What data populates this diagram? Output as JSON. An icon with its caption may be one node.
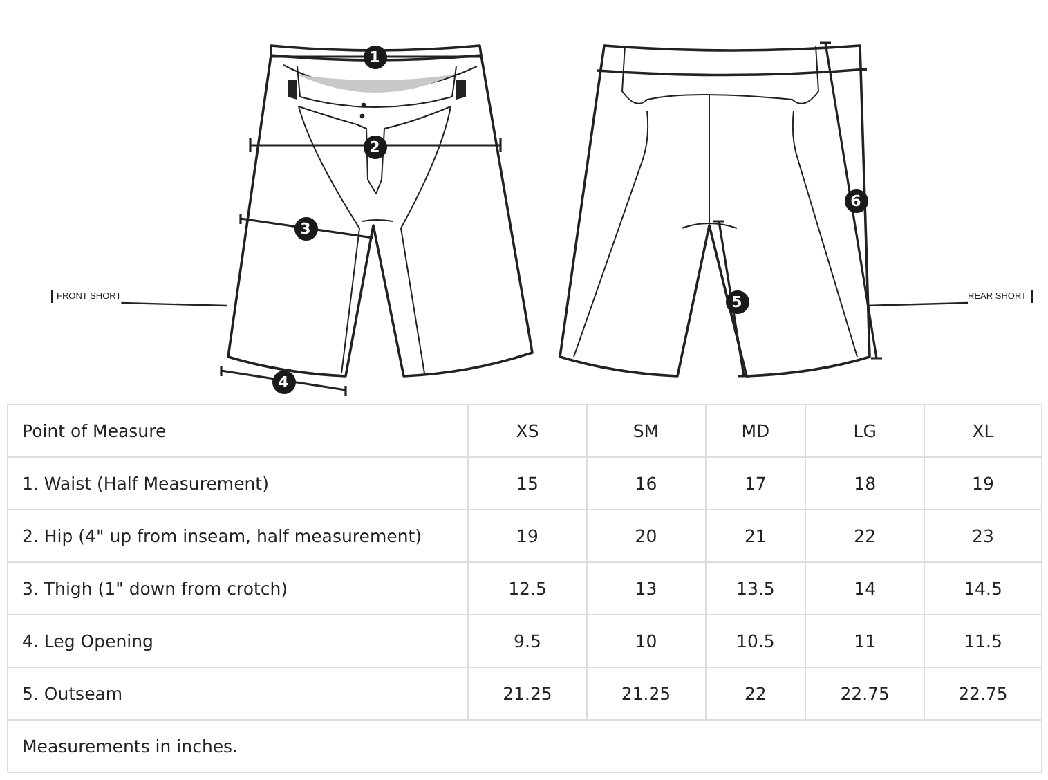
{
  "diagram": {
    "nodes": [
      {
        "text": [
          "FRONT SHORT"
        ]
      },
      {
        "text": [],
        "shape": "picture"
      },
      {
        "text": [],
        "shape": "picture"
      },
      {
        "text": [
          "REAR SHORT"
        ]
      }
    ],
    "edges": [
      {
        "from": 0,
        "to": 1,
        "arrow": "none"
      },
      {
        "from": 3,
        "to": 2,
        "arrow": "none"
      }
    ],
    "labels": [
      "1",
      "2",
      "6",
      "3",
      "5",
      "4",
      "Point of Measure",
      "XS",
      "SM",
      "MD",
      "LG",
      "XL",
      "1. Waist (Half Measurement)",
      "15",
      "16",
      "17",
      "18",
      "19",
      "2. Hip (4\" up from inseam, half measurement)",
      "19",
      "20",
      "21",
      "22",
      "23",
      "3. Thigh (1\" down from crotch)",
      "12.5",
      "13",
      "13.5",
      "14",
      "14.5",
      "4. Leg Opening",
      "9.5",
      "10",
      "10.5",
      "11",
      "11.5",
      "5. Outseam",
      "21.25",
      "21.25",
      "22",
      "22.75",
      "22.75",
      "Measurements in inches."
    ]
  }
}
